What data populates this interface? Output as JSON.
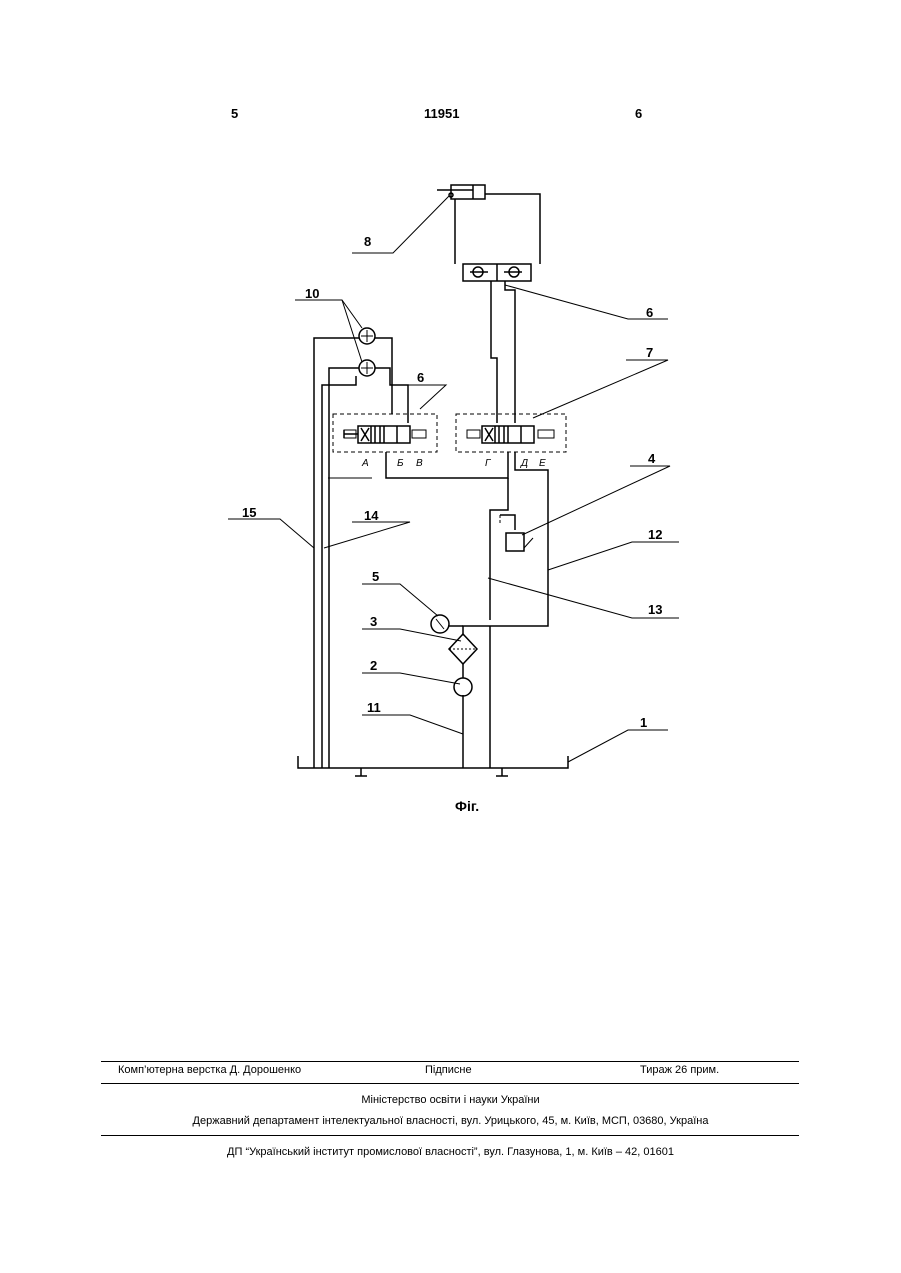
{
  "header": {
    "page_left": "5",
    "patent_number": "11951",
    "page_right": "6"
  },
  "figure": {
    "caption": "Фіг.",
    "callouts": [
      "8",
      "6",
      "10",
      "6",
      "7",
      "4",
      "15",
      "14",
      "12",
      "5",
      "13",
      "3",
      "2",
      "11",
      "1"
    ],
    "ports": [
      "А",
      "Б",
      "В",
      "Г",
      "Д",
      "Е"
    ]
  },
  "footer": {
    "layout_credit": "Комп’ютерна верстка Д. Дорошенко",
    "signed": "Підписне",
    "print_run": "Тираж 26 прим.",
    "ministry": "Міністерство освіти і науки України",
    "department": "Державний департамент інтелектуальної власності, вул. Урицького, 45, м. Київ, МСП, 03680, Україна",
    "institute": "ДП “Український інститут промислової власності”, вул. Глазунова, 1, м. Київ – 42, 01601"
  }
}
